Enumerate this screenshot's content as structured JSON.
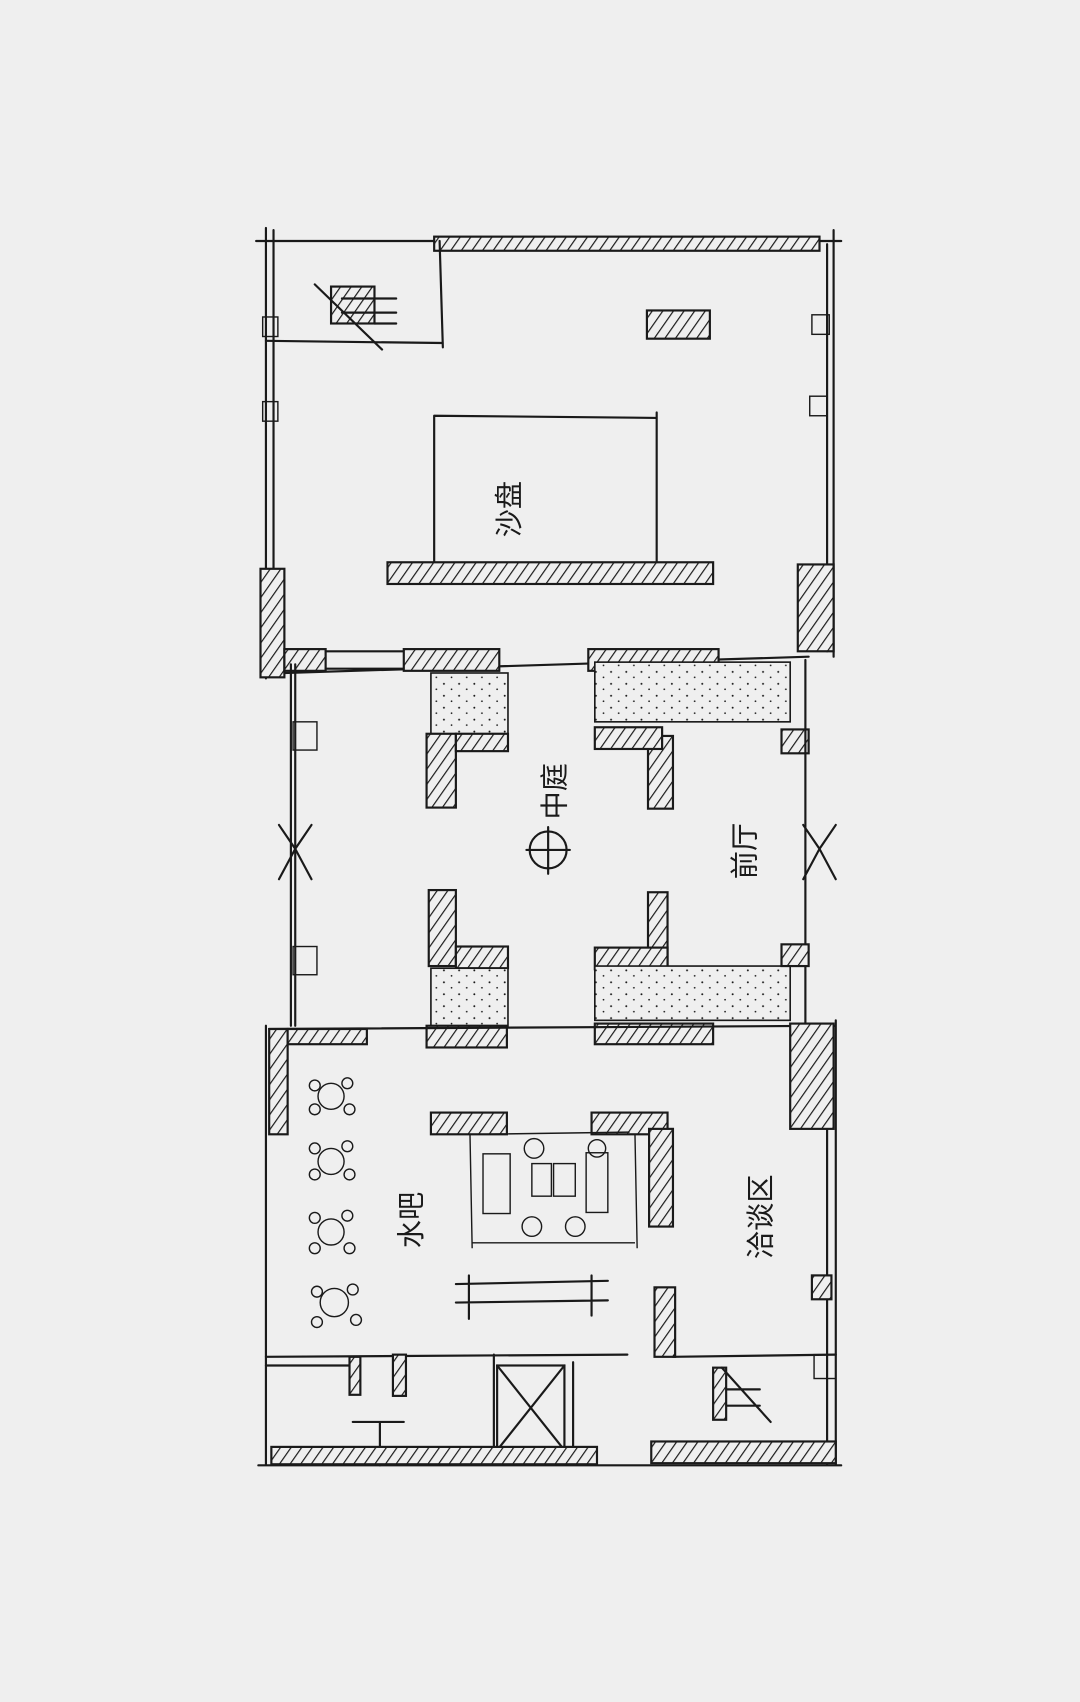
{
  "plan": {
    "rooms": {
      "sand_table": "沙盘",
      "atrium": "中庭",
      "lobby": "前厅",
      "water_bar": "水吧",
      "negotiation": "洽谈区"
    },
    "ink_color": "#1a1a1a",
    "paper_color": "#efefef"
  }
}
